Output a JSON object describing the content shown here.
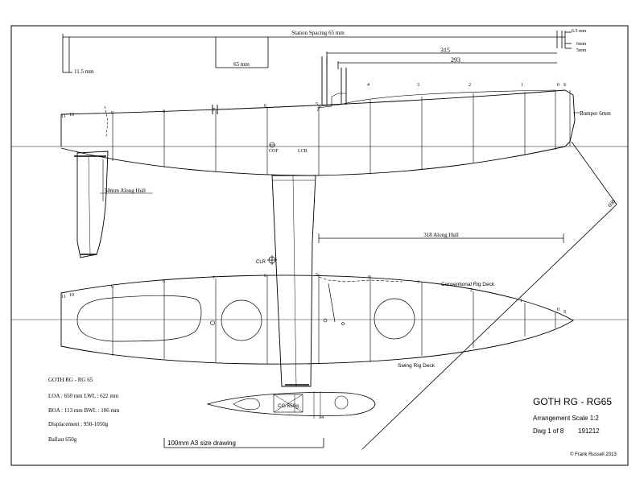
{
  "dimensions": {
    "station_spacing": "Station Spacing 65 mm",
    "left_offset": "11.5 mm",
    "station_gap": "65 mm",
    "top_right_a": "6.5 mm",
    "top_right_b": "6mm",
    "top_right_c": "5mm",
    "dim_315": "315",
    "dim_293": "293",
    "bumper": "Bumper 6mm",
    "along_hull_50": "50mm Along Hull",
    "along_hull_318": "318 Along Hull",
    "diag_698": "698"
  },
  "profile": {
    "stations": [
      "11",
      "10",
      "9",
      "8",
      "7",
      "6",
      "5",
      "4",
      "3",
      "2",
      "1",
      "0",
      "S"
    ],
    "cof_label": "COF",
    "lcb_label": "LCB"
  },
  "plan": {
    "stations": [
      "11",
      "10",
      "9",
      "8",
      "7",
      "6",
      "5",
      "4",
      "3",
      "2",
      "1",
      "0",
      "S"
    ],
    "conventional_deck": "Conventional Rig Deck",
    "swing_deck": "Swing Rig Deck",
    "clr_label": "CLR"
  },
  "bulb": {
    "cg_label": "CG 650g",
    "width_label": "14"
  },
  "specs": {
    "name": "GOTH   RG - RG 65",
    "loa_lwl": "LOA : 650 mm    LWL : 622 mm",
    "boa_bwl": "BOA : 113 mm    BWL : 106 mm",
    "displacement": "Displacement : 950-1050g",
    "ballast": "Ballast 650g"
  },
  "scale_bar": "100mm A3 size drawing",
  "title_block": {
    "title": "GOTH RG - RG65",
    "arrangement": "Arrangement  Scale 1:2",
    "drawing_no": "Dwg 1 of 8",
    "date": "191212",
    "copyright": "© Frank Russell 2013"
  }
}
